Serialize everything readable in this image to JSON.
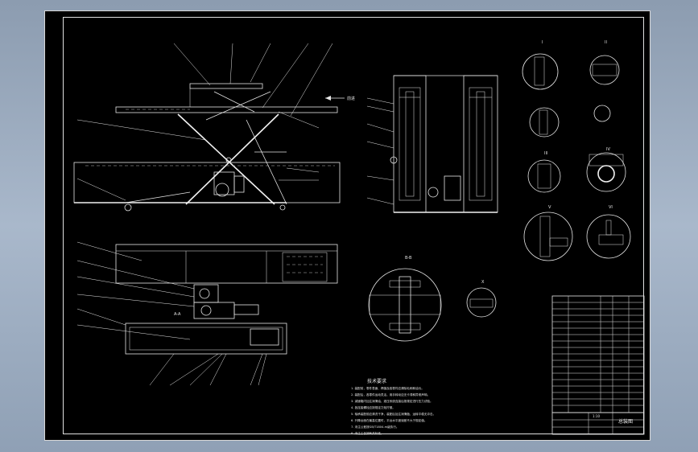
{
  "drawing": {
    "notes_title": "技术要求",
    "notes": [
      "1. 装配前，零件表面、焊缝及各零件应清除毛刺和油污。",
      "2. 装配后，各零件运动灵活，用手转动应无卡滞和异常声响。",
      "3. 减速箱内加注润滑油，液压系统连接后按规定进行压力试验。",
      "4. 各连接螺栓应按规定力矩拧紧。",
      "5. 轴承装配前应清洗干净，装配后加注润滑脂，运转平稳无冲击。",
      "6. 升降台面在最高位置时，平台水平度误差不大于规定值。",
      "7. 未注公差按GB/T1804-m级执行。",
      "8. 未注工艺按有关标准。"
    ],
    "view_labels": [
      "A-A",
      "B-B",
      "X",
      "I",
      "II",
      "III",
      "IV",
      "V",
      "VI"
    ],
    "arrow_label": "前进",
    "title_block": {
      "drawing_name": "总装图",
      "scale": "1:10"
    },
    "colors": {
      "background": "#000000",
      "lines": "#e6e6e6",
      "desktop": "#9aabbf"
    }
  }
}
